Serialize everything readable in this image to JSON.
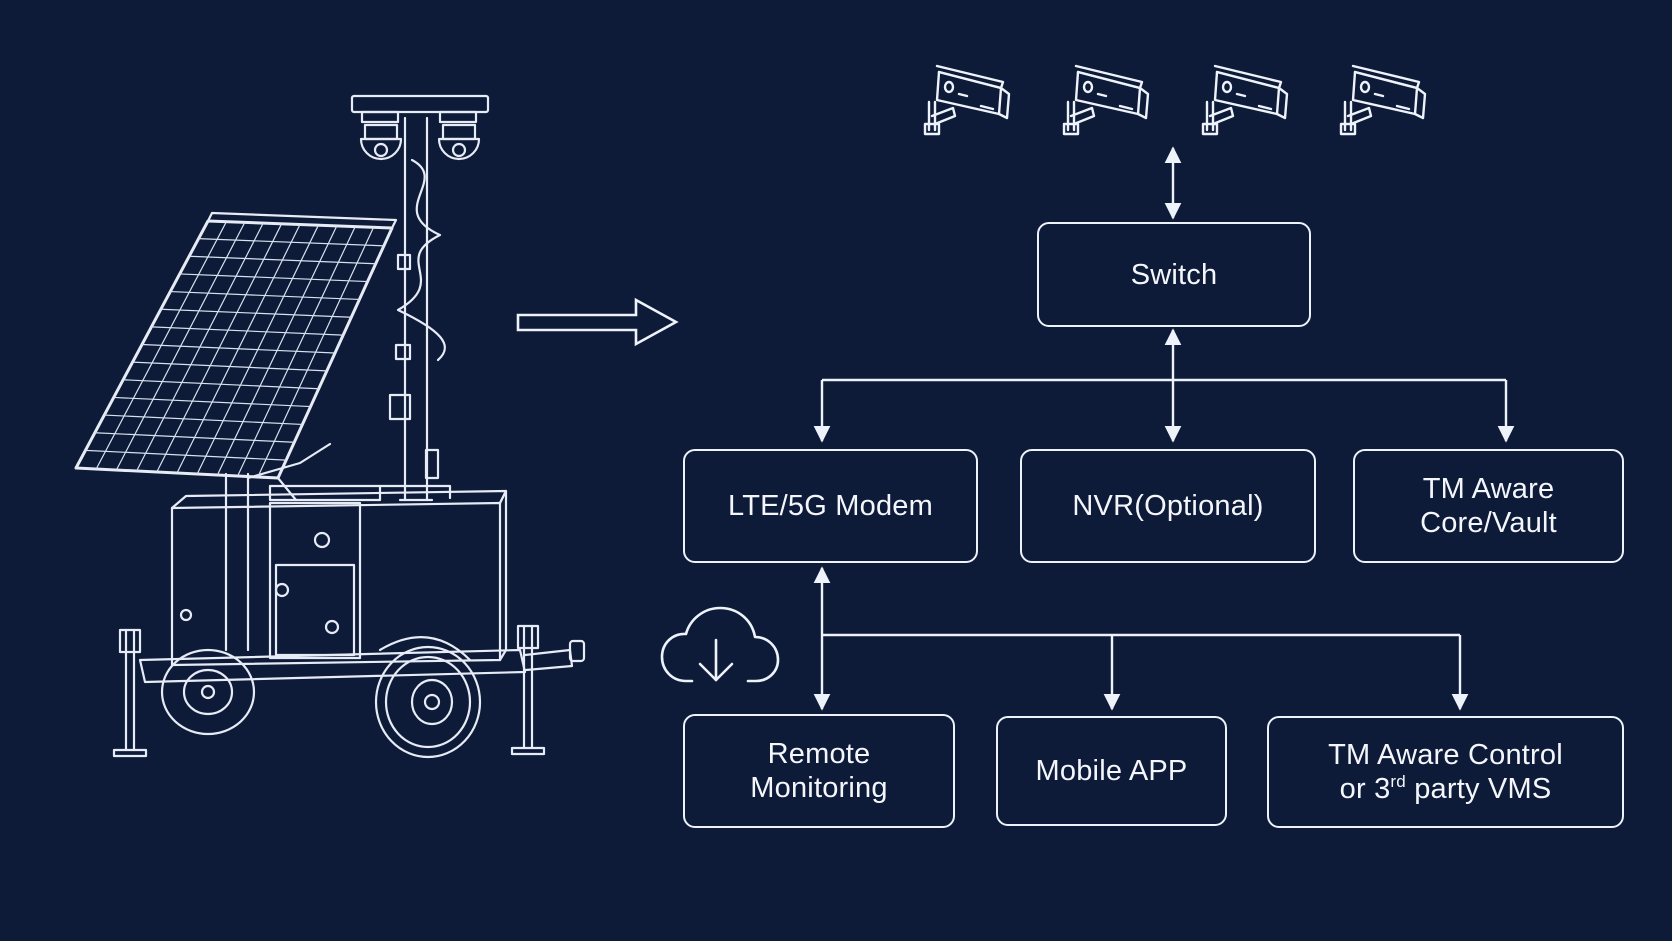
{
  "colors": {
    "background": "#0d1b38",
    "line": "#eef2fa",
    "text": "#f4f6fb"
  },
  "icons": {
    "cameras": [
      "security-camera-icon",
      "security-camera-icon",
      "security-camera-icon",
      "security-camera-icon"
    ],
    "cloud": "cloud-download-icon",
    "trailer": "solar-camera-trailer-illustration",
    "flow_arrow": "right-arrow-icon"
  },
  "nodes": {
    "switch": "Switch",
    "modem": "LTE/5G Modem",
    "nvr": "NVR(Optional)",
    "core_line1": "TM Aware",
    "core_line2": "Core/Vault",
    "remote_line1": "Remote",
    "remote_line2": "Monitoring",
    "mobile": "Mobile APP",
    "vms_line1": "TM Aware Control",
    "vms_line2_pre": "or 3",
    "vms_line2_sup": "rd",
    "vms_line2_post": " party VMS"
  }
}
